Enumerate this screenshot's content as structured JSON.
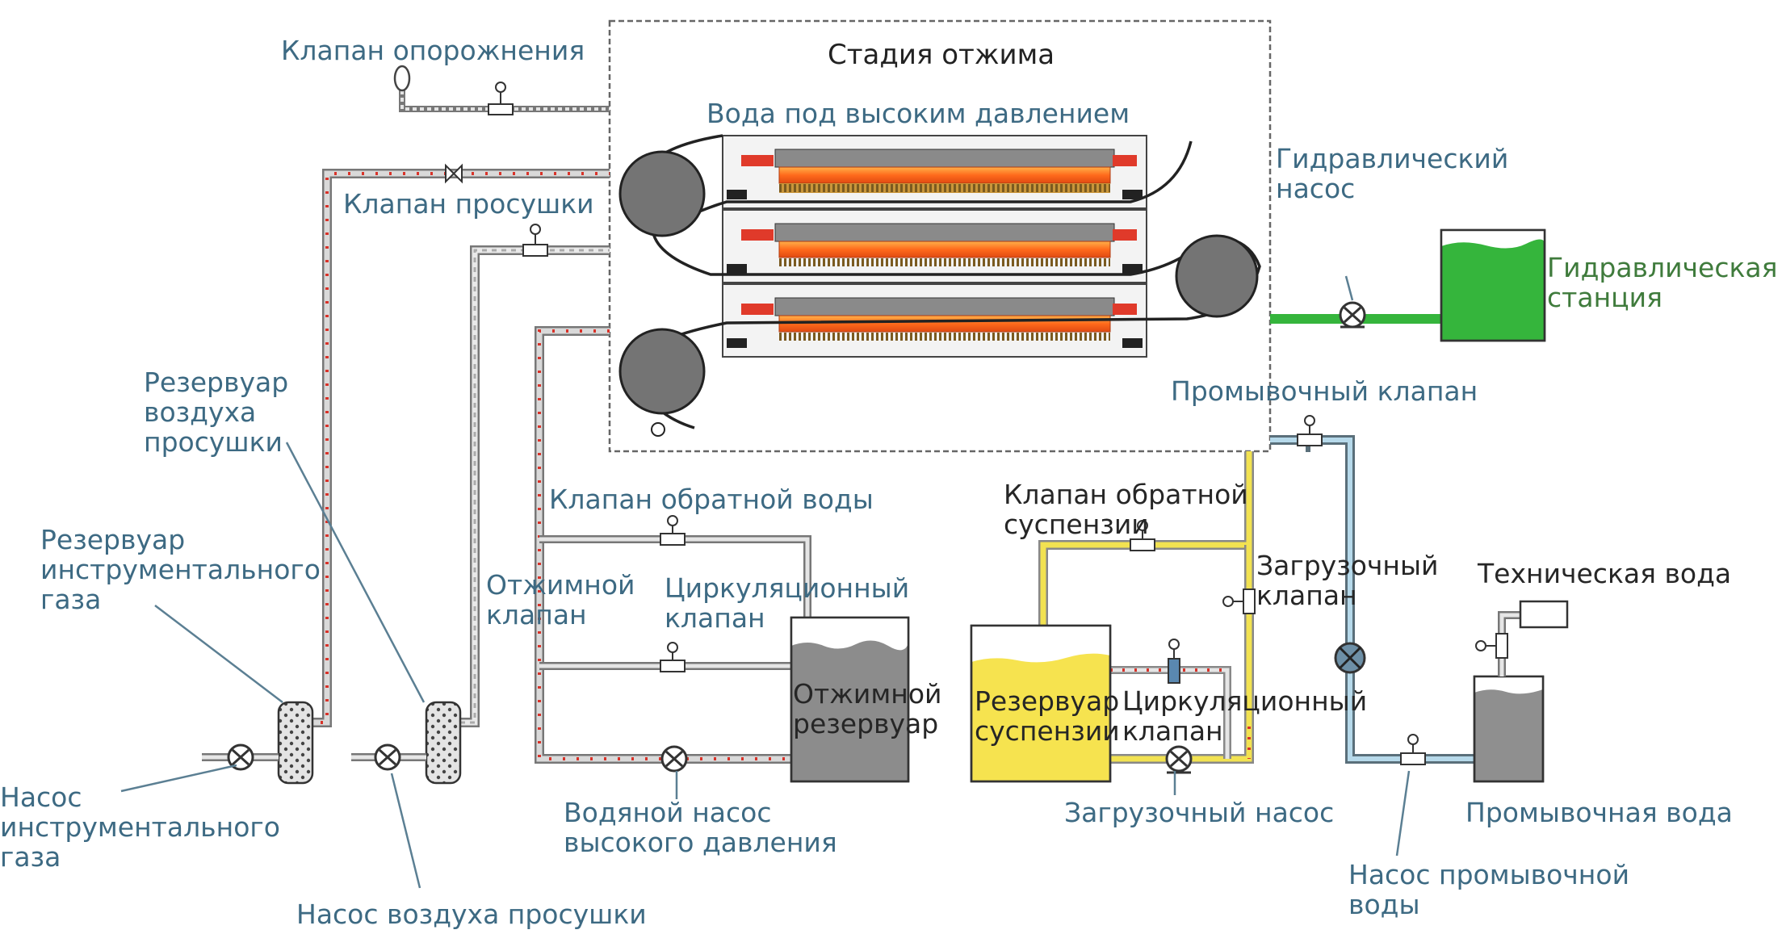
{
  "title": "Стадия отжима",
  "labels": {
    "high_pressure_water": "Вода под высоким давлением",
    "drain_valve": "Клапан опорожнения",
    "drying_valve": "Клапан просушки",
    "hydraulic_pump": "Гидравлический\nнасос",
    "hydraulic_station": "Гидравлическая\nстанция",
    "flush_valve": "Промывочный клапан",
    "drying_air_tank": "Резервуар\nвоздуха\nпросушки",
    "instrument_gas_tank": "Резервуар\nинструментального\nгаза",
    "instrument_gas_pump": "Насос\nинструментального\nгаза",
    "drying_air_pump": "Насос воздуха просушки",
    "return_water_valve": "Клапан обратной воды",
    "squeeze_valve": "Отжимной\nклапан",
    "circulation_valve_left": "Циркуляционный\nклапан",
    "squeeze_tank": "Отжимной\nрезервуар",
    "hp_water_pump": "Водяной насос\nвысокого давления",
    "return_slurry_valve": "Клапан обратной\nсуспензии",
    "feed_valve": "Загрузочный\nклапан",
    "slurry_tank": "Резервуар\nсуспензии",
    "circulation_valve_right": "Циркуляционный\nклапан",
    "feed_pump": "Загрузочный насос",
    "process_water": "Техническая вода",
    "flush_water": "Промывочная вода",
    "flush_water_pump": "Насос промывочной\nводы"
  },
  "colors": {
    "label_text": "#3d6a83",
    "hydraulic": "#35b53c",
    "slurry": "#f2e251",
    "squeeze_water_dots": "#d8332a",
    "frame": "#666666",
    "roller": "#747474",
    "water_tank": "#8c8c8c"
  }
}
